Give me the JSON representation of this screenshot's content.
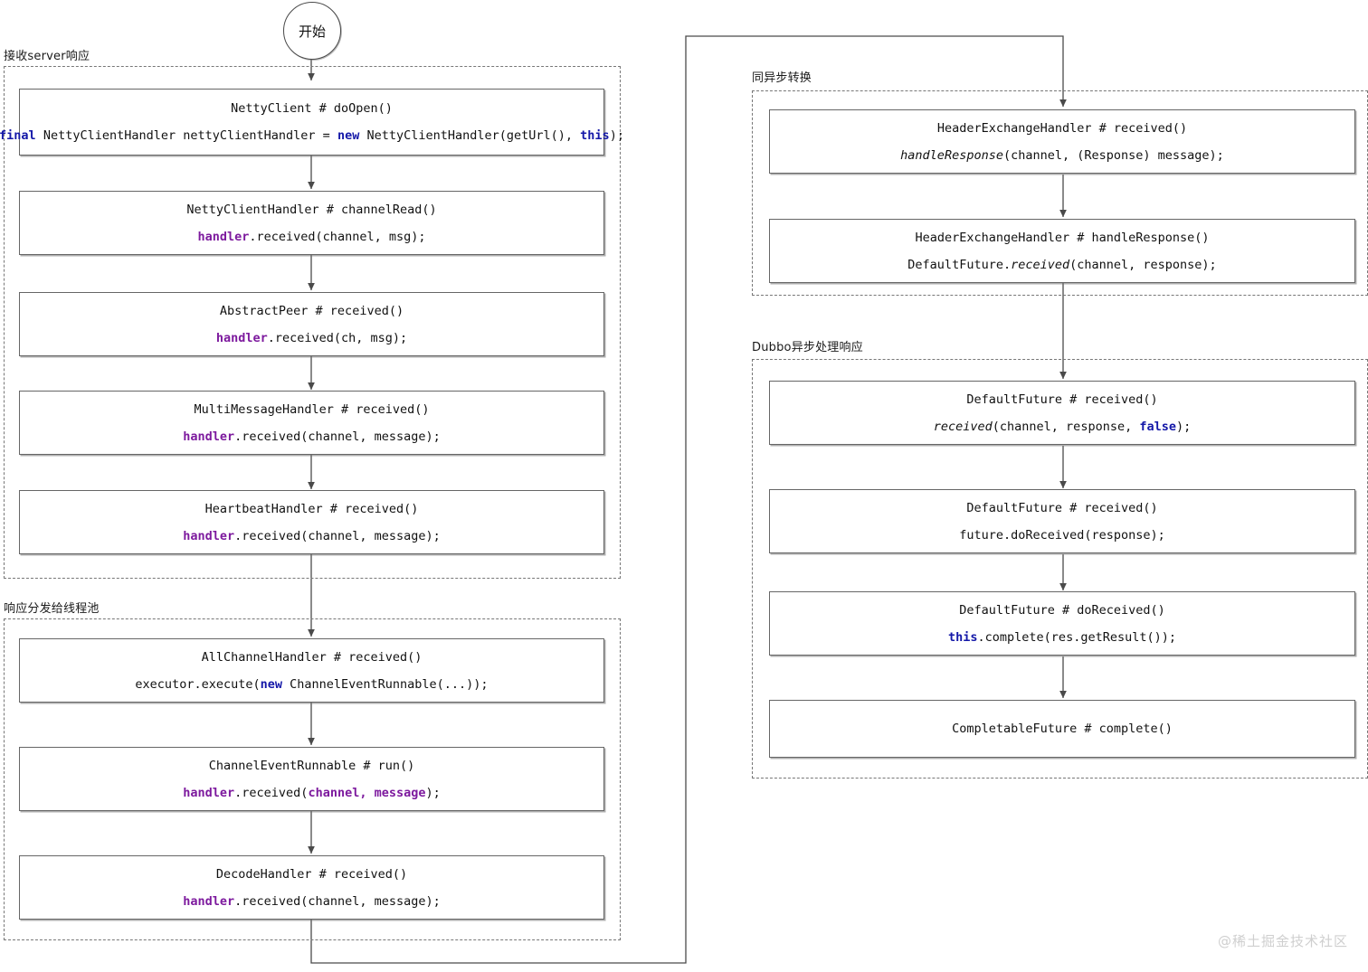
{
  "start": {
    "label": "开始"
  },
  "watermark": {
    "text": "@稀土掘金技术社区"
  },
  "groups": [
    {
      "id": "recv-server",
      "label": "接收server响应"
    },
    {
      "id": "dispatch-pool",
      "label": "响应分发给线程池"
    },
    {
      "id": "sync-async",
      "label": "同异步转换"
    },
    {
      "id": "dubbo-async",
      "label": "Dubbo异步处理响应"
    }
  ],
  "nodes": {
    "netty_client_doopen": {
      "title": "NettyClient # doOpen()",
      "code_plain": "final NettyClientHandler nettyClientHandler = new NettyClientHandler(getUrl(), this);",
      "code_parts": [
        {
          "t": "final",
          "c": "kw"
        },
        {
          "t": " NettyClientHandler nettyClientHandler = ",
          "c": ""
        },
        {
          "t": "new",
          "c": "kw"
        },
        {
          "t": " NettyClientHandler(getUrl(), ",
          "c": ""
        },
        {
          "t": "this",
          "c": "kw"
        },
        {
          "t": ");",
          "c": ""
        }
      ]
    },
    "netty_client_handler_channelread": {
      "title": "NettyClientHandler # channelRead()",
      "code_plain": "handler.received(channel, msg);",
      "code_parts": [
        {
          "t": "handler",
          "c": "id"
        },
        {
          "t": ".received(channel, msg);",
          "c": ""
        }
      ]
    },
    "abstract_peer_received": {
      "title": "AbstractPeer # received()",
      "code_plain": "handler.received(ch, msg);",
      "code_parts": [
        {
          "t": "handler",
          "c": "id"
        },
        {
          "t": ".received(ch, msg);",
          "c": ""
        }
      ]
    },
    "multi_message_handler_received": {
      "title": "MultiMessageHandler # received()",
      "code_plain": "handler.received(channel, message);",
      "code_parts": [
        {
          "t": "handler",
          "c": "id"
        },
        {
          "t": ".received(channel, message);",
          "c": ""
        }
      ]
    },
    "heartbeat_handler_received": {
      "title": "HeartbeatHandler # received()",
      "code_plain": "handler.received(channel, message);",
      "code_parts": [
        {
          "t": "handler",
          "c": "id"
        },
        {
          "t": ".received(channel, message);",
          "c": ""
        }
      ]
    },
    "all_channel_handler_received": {
      "title": "AllChannelHandler # received()",
      "code_plain": "executor.execute(new ChannelEventRunnable(...));",
      "code_parts": [
        {
          "t": "executor.execute(",
          "c": ""
        },
        {
          "t": "new",
          "c": "kw"
        },
        {
          "t": " ChannelEventRunnable(...));",
          "c": ""
        }
      ]
    },
    "channel_event_runnable_run": {
      "title": "ChannelEventRunnable # run()",
      "code_plain": "handler.received(channel, message);",
      "code_parts": [
        {
          "t": "handler",
          "c": "id"
        },
        {
          "t": ".received(",
          "c": ""
        },
        {
          "t": "channel, message",
          "c": "id"
        },
        {
          "t": ");",
          "c": ""
        }
      ]
    },
    "decode_handler_received": {
      "title": "DecodeHandler # received()",
      "code_plain": "handler.received(channel, message);",
      "code_parts": [
        {
          "t": "handler",
          "c": "id"
        },
        {
          "t": ".received(channel, message);",
          "c": ""
        }
      ]
    },
    "header_exchange_handler_received": {
      "title": "HeaderExchangeHandler # received()",
      "code_plain": "handleResponse(channel, (Response) message);",
      "code_parts": [
        {
          "t": "handleResponse",
          "c": "it"
        },
        {
          "t": "(channel, (Response) message);",
          "c": ""
        }
      ]
    },
    "header_exchange_handler_handleresponse": {
      "title": "HeaderExchangeHandler # handleResponse()",
      "code_plain": "DefaultFuture.received(channel, response);",
      "code_parts": [
        {
          "t": "DefaultFuture.",
          "c": ""
        },
        {
          "t": "received",
          "c": "it"
        },
        {
          "t": "(channel, response);",
          "c": ""
        }
      ]
    },
    "default_future_received_1": {
      "title": "DefaultFuture # received()",
      "code_plain": "received(channel, response, false);",
      "code_parts": [
        {
          "t": "received",
          "c": "it"
        },
        {
          "t": "(channel, response, ",
          "c": ""
        },
        {
          "t": "false",
          "c": "kw"
        },
        {
          "t": ");",
          "c": ""
        }
      ]
    },
    "default_future_received_2": {
      "title": "DefaultFuture # received()",
      "code_plain": "future.doReceived(response);",
      "code_parts": [
        {
          "t": "future.doReceived(response);",
          "c": ""
        }
      ]
    },
    "default_future_doreceived": {
      "title": "DefaultFuture # doReceived()",
      "code_plain": "this.complete(res.getResult());",
      "code_parts": [
        {
          "t": "this",
          "c": "kw"
        },
        {
          "t": ".complete(res.getResult());",
          "c": ""
        }
      ]
    },
    "completable_future_complete": {
      "title": "CompletableFuture # complete()",
      "code_plain": "",
      "code_parts": []
    }
  },
  "colors": {
    "keyword": "#1418a8",
    "identifier": "#7d1a9e",
    "box_border": "#666666",
    "group_border": "#777777",
    "link": "#4a4a4a",
    "watermark": "#cfcfcf"
  }
}
